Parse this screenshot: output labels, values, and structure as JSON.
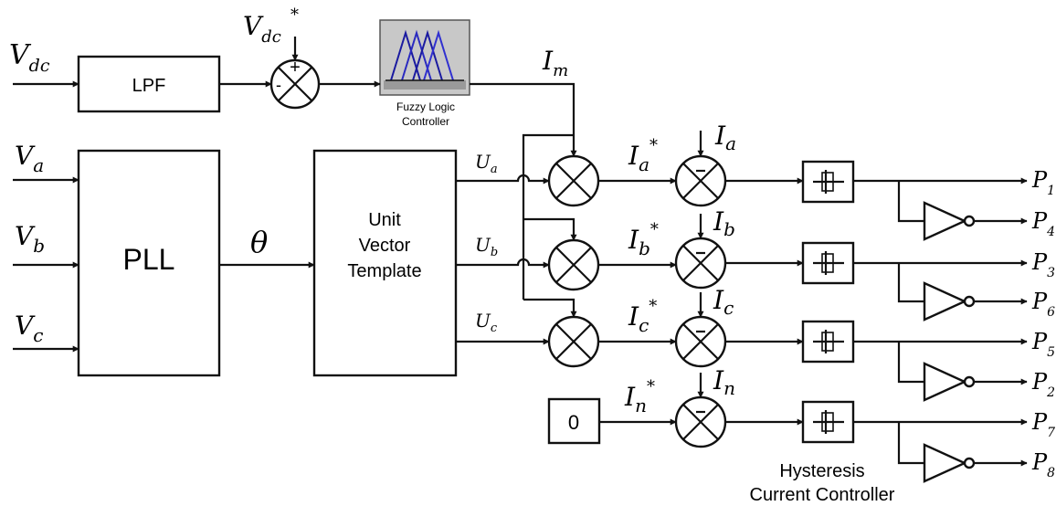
{
  "inputs": {
    "vdc": {
      "main": "V",
      "sub": "dc"
    },
    "vdc_ref": {
      "main": "V",
      "sub": "dc",
      "sup": "*"
    },
    "va": {
      "main": "V",
      "sub": "a"
    },
    "vb": {
      "main": "V",
      "sub": "b"
    },
    "vc": {
      "main": "V",
      "sub": "c"
    }
  },
  "blocks": {
    "lpf": "LPF",
    "pll": "PLL",
    "unit_vector": [
      "Unit",
      "Vector",
      "Template"
    ],
    "fuzzy": [
      "Fuzzy Logic",
      "Controller"
    ],
    "zero": "0",
    "hysteresis_caption": [
      "Hysteresis",
      "Current Controller"
    ]
  },
  "signals": {
    "theta": "θ",
    "im": {
      "main": "I",
      "sub": "m"
    },
    "ua": {
      "main": "U",
      "sub": "a"
    },
    "ub": {
      "main": "U",
      "sub": "b"
    },
    "uc": {
      "main": "U",
      "sub": "c"
    },
    "ia_ref": {
      "main": "I",
      "sub": "a",
      "sup": "*"
    },
    "ib_ref": {
      "main": "I",
      "sub": "b",
      "sup": "*"
    },
    "ic_ref": {
      "main": "I",
      "sub": "c",
      "sup": "*"
    },
    "in_ref": {
      "main": "I",
      "sub": "n",
      "sup": "*"
    },
    "ia": {
      "main": "I",
      "sub": "a"
    },
    "ib": {
      "main": "I",
      "sub": "b"
    },
    "ic": {
      "main": "I",
      "sub": "c"
    },
    "in": {
      "main": "I",
      "sub": "n"
    }
  },
  "sum_signs": {
    "plus": "+",
    "minus": "-"
  },
  "outputs": {
    "p1": {
      "main": "P",
      "sub": "1"
    },
    "p2": {
      "main": "P",
      "sub": "2"
    },
    "p3": {
      "main": "P",
      "sub": "3"
    },
    "p4": {
      "main": "P",
      "sub": "4"
    },
    "p5": {
      "main": "P",
      "sub": "5"
    },
    "p6": {
      "main": "P",
      "sub": "6"
    },
    "p7": {
      "main": "P",
      "sub": "7"
    },
    "p8": {
      "main": "P",
      "sub": "8"
    }
  }
}
